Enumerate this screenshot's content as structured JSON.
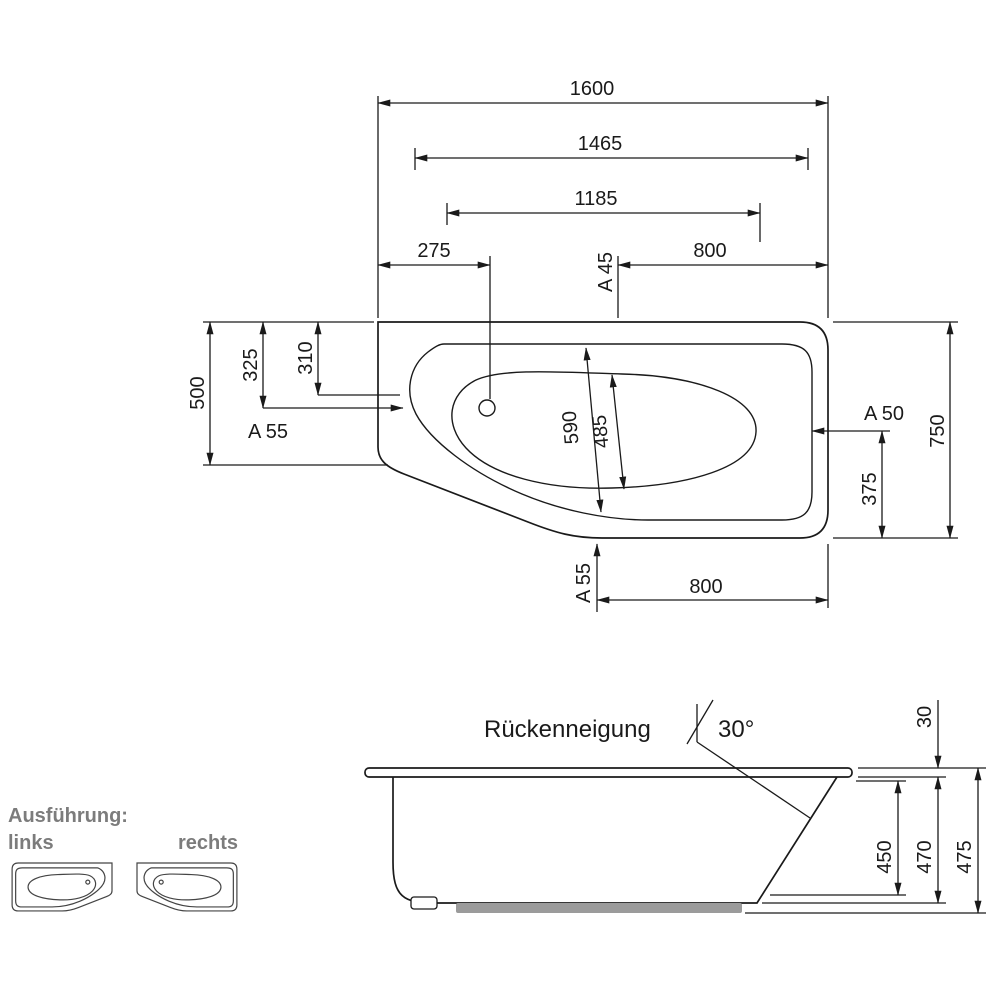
{
  "colors": {
    "ink": "#1a1a1a",
    "base_pad": "#9b9b9b",
    "muted": "#7c7c7c"
  },
  "top_view": {
    "dims": {
      "total_length": "1600",
      "inner_length": "1465",
      "basin_length": "1185",
      "left_offset": "275",
      "top_width_800": "800",
      "overflow_a45": "A 45",
      "end_width_500": "500",
      "drain_offset_325": "325",
      "rim_offset_310": "310",
      "drain_a55_left": "A 55",
      "inner_width_590": "590",
      "basin_width_485": "485",
      "overflow_a50": "A 50",
      "overall_width_750": "750",
      "half_width_375": "375",
      "drain_a55_bottom": "A 55",
      "bottom_width_800": "800"
    }
  },
  "side_view": {
    "back_slope_label": "Rückenneigung",
    "back_slope_angle": "30°",
    "dims": {
      "rim_height_30": "30",
      "depth_450": "450",
      "height_470": "470",
      "height_475": "475"
    }
  },
  "variants": {
    "title": "Ausführung:",
    "links_label": "links",
    "rechts_label": "rechts"
  }
}
